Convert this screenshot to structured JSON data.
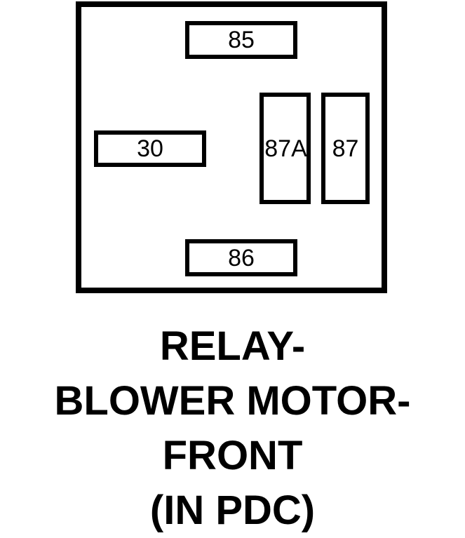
{
  "diagram": {
    "type": "relay-pin-layout",
    "component_name": "RELAY-BLOWER MOTOR-FRONT",
    "location": "(IN PDC)",
    "pins": [
      {
        "id": "85",
        "label": "85",
        "orientation": "horizontal",
        "position": "top"
      },
      {
        "id": "30",
        "label": "30",
        "orientation": "horizontal",
        "position": "left"
      },
      {
        "id": "87A",
        "label": "87A",
        "orientation": "vertical",
        "position": "right-inner"
      },
      {
        "id": "87",
        "label": "87",
        "orientation": "vertical",
        "position": "right-outer"
      },
      {
        "id": "86",
        "label": "86",
        "orientation": "horizontal",
        "position": "bottom"
      }
    ]
  },
  "caption": {
    "lines": [
      "RELAY-",
      "BLOWER MOTOR-",
      "FRONT",
      "(IN PDC)"
    ]
  },
  "colors": {
    "ink": "#000000",
    "background": "#ffffff"
  }
}
